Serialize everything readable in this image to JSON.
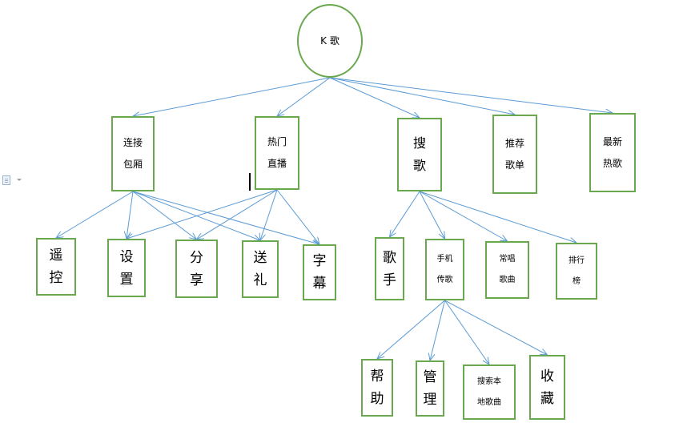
{
  "diagram": {
    "nodes": [
      {
        "id": "root",
        "label": "K 歌"
      },
      {
        "id": "lianjie",
        "label": "连接\n包厢"
      },
      {
        "id": "remen",
        "label": "热门\n直播"
      },
      {
        "id": "sou",
        "label": "搜\n歌"
      },
      {
        "id": "tuijian",
        "label": "推荐\n歌单"
      },
      {
        "id": "zuixin",
        "label": "最新\n热歌"
      },
      {
        "id": "yaokong",
        "label": "遥\n控"
      },
      {
        "id": "shezhi",
        "label": "设\n置"
      },
      {
        "id": "fenxiang",
        "label": "分\n享"
      },
      {
        "id": "songli",
        "label": "送\n礼"
      },
      {
        "id": "zimu",
        "label": "字\n幕"
      },
      {
        "id": "geshou",
        "label": "歌\n手"
      },
      {
        "id": "shouji",
        "label": "手机\n传歌"
      },
      {
        "id": "changchang",
        "label": "常唱\n歌曲"
      },
      {
        "id": "paihang",
        "label": "排行\n榜"
      },
      {
        "id": "bangzhu",
        "label": "帮\n助"
      },
      {
        "id": "guanli",
        "label": "管\n理"
      },
      {
        "id": "sousuo",
        "label": "搜索本\n地歌曲"
      },
      {
        "id": "shoucang",
        "label": "收\n藏"
      }
    ],
    "edges": [
      [
        "root",
        "lianjie"
      ],
      [
        "root",
        "remen"
      ],
      [
        "root",
        "sou"
      ],
      [
        "root",
        "tuijian"
      ],
      [
        "root",
        "zuixin"
      ],
      [
        "lianjie",
        "yaokong"
      ],
      [
        "lianjie",
        "shezhi"
      ],
      [
        "lianjie",
        "fenxiang"
      ],
      [
        "lianjie",
        "songli"
      ],
      [
        "lianjie",
        "zimu"
      ],
      [
        "remen",
        "shezhi"
      ],
      [
        "remen",
        "fenxiang"
      ],
      [
        "remen",
        "songli"
      ],
      [
        "remen",
        "zimu"
      ],
      [
        "sou",
        "geshou"
      ],
      [
        "sou",
        "shouji"
      ],
      [
        "sou",
        "changchang"
      ],
      [
        "sou",
        "paihang"
      ],
      [
        "shouji",
        "bangzhu"
      ],
      [
        "shouji",
        "guanli"
      ],
      [
        "shouji",
        "sousuo"
      ],
      [
        "shouji",
        "shoucang"
      ]
    ]
  },
  "colors": {
    "node_border": "#6aa84f",
    "edge": "#5b9bd5"
  },
  "icons": [
    "document-icon",
    "dropdown-arrow-icon",
    "text-cursor"
  ]
}
